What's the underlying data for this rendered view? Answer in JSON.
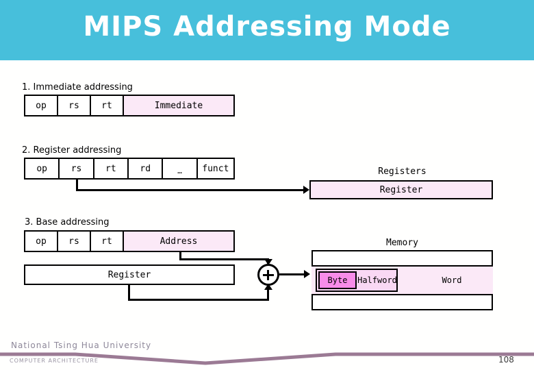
{
  "header": {
    "title": "MIPS Addressing Mode",
    "bg_color": "#47bfdb",
    "title_color": "#ffffff"
  },
  "sections": [
    {
      "label": "1. Immediate addressing",
      "fields": [
        "op",
        "rs",
        "rt",
        "Immediate"
      ]
    },
    {
      "label": "2. Register addressing",
      "fields": [
        "op",
        "rs",
        "rt",
        "rd",
        "…",
        "funct"
      ],
      "target_caption": "Registers",
      "target_box": "Register"
    },
    {
      "label": "3. Base addressing",
      "fields": [
        "op",
        "rs",
        "rt",
        "Address"
      ],
      "register_box": "Register",
      "adder_symbol": "+",
      "memory_caption": "Memory",
      "memory_cells": [
        "Byte",
        "Halfword",
        "Word"
      ]
    }
  ],
  "colors": {
    "accent_pink": "#fbe9f7",
    "halfword_pink": "#f9d8f4",
    "byte_pink": "#f88ce9",
    "rule_mauve": "#9b7a94"
  },
  "footer": {
    "university": "National  Tsing  Hua  University",
    "course": "COMPUTER  ARCHITECTURE",
    "page": "108"
  }
}
